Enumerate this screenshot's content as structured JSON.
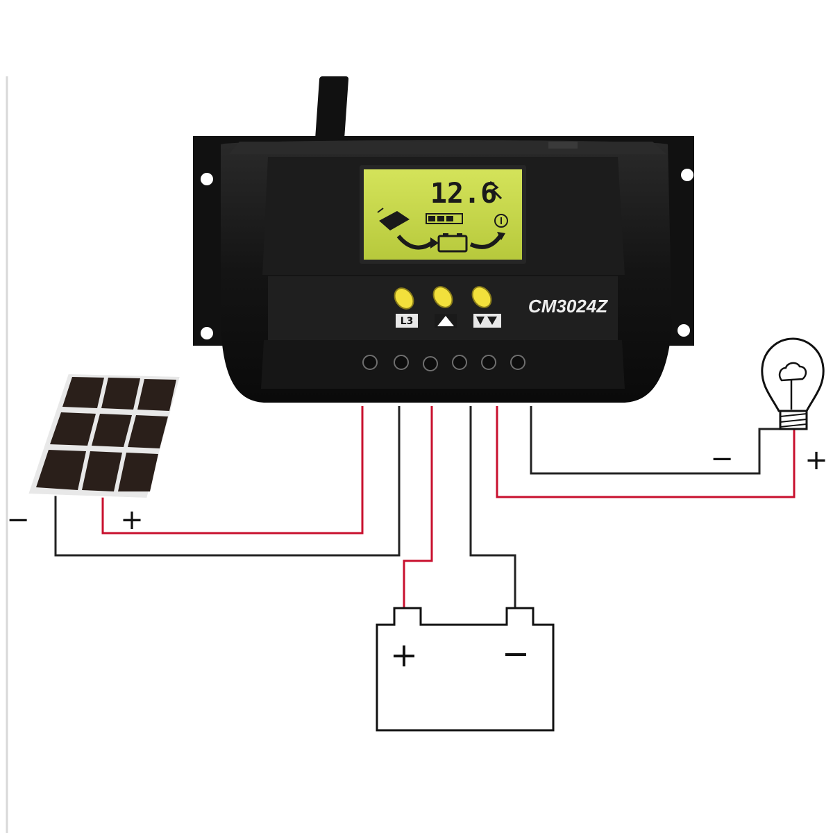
{
  "controller": {
    "model_label": "CM3024Z",
    "lcd_reading": "12.6",
    "buttons": [
      {
        "label": "L3",
        "symbol": ""
      },
      {
        "label": "",
        "symbol": "up-triangle"
      },
      {
        "label": "",
        "symbol": "down-triangle"
      }
    ],
    "terminal_count": 6
  },
  "solar_panel": {
    "negative_sign": "−",
    "positive_sign": "+"
  },
  "battery": {
    "positive_sign": "+",
    "negative_sign": "−"
  },
  "load_lamp": {
    "negative_sign": "−",
    "positive_sign": "+"
  },
  "colors": {
    "positive_wire": "#c8102e",
    "negative_wire": "#222222",
    "controller_body": "#141414",
    "lcd_background": "#c8d94e",
    "button_knob": "#f2e03c"
  }
}
